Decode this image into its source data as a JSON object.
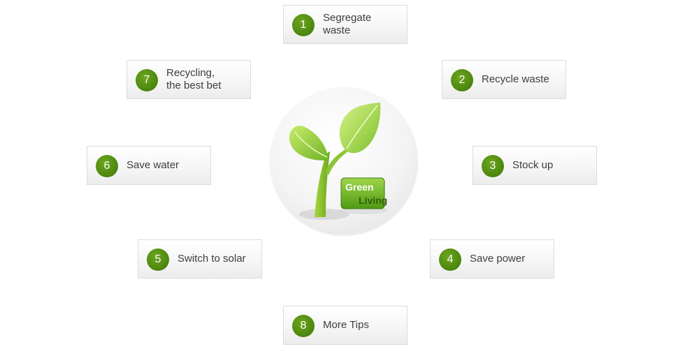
{
  "hub": {
    "logo_line1": "Green",
    "logo_line2": "Living"
  },
  "tips": [
    {
      "number": "1",
      "label": "Segregate waste"
    },
    {
      "number": "2",
      "label": "Recycle waste"
    },
    {
      "number": "3",
      "label": "Stock up"
    },
    {
      "number": "4",
      "label": "Save power"
    },
    {
      "number": "5",
      "label": "Switch to solar"
    },
    {
      "number": "6",
      "label": "Save water"
    },
    {
      "number": "7",
      "label": "Recycling,\nthe best bet"
    },
    {
      "number": "8",
      "label": "More Tips"
    }
  ],
  "colors": {
    "accent_green": "#4f8a10",
    "leaf_light": "#b6e04a",
    "leaf_dark": "#6fb326",
    "text": "#3d3d3d"
  }
}
